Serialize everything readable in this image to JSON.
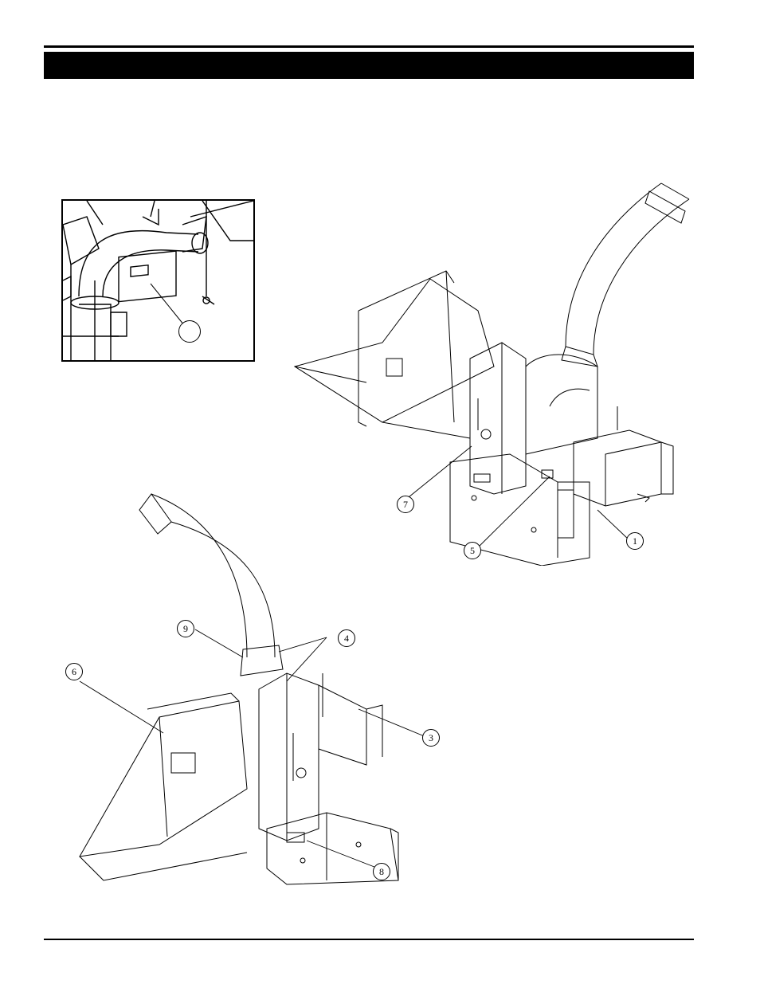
{
  "header": {
    "title": ""
  },
  "figures": {
    "inset": {
      "callout": ""
    },
    "top_view": {
      "callouts": [
        "1",
        "5",
        "7"
      ]
    },
    "bottom_view": {
      "callouts": [
        "9",
        "4",
        "6",
        "3",
        "8"
      ]
    }
  }
}
